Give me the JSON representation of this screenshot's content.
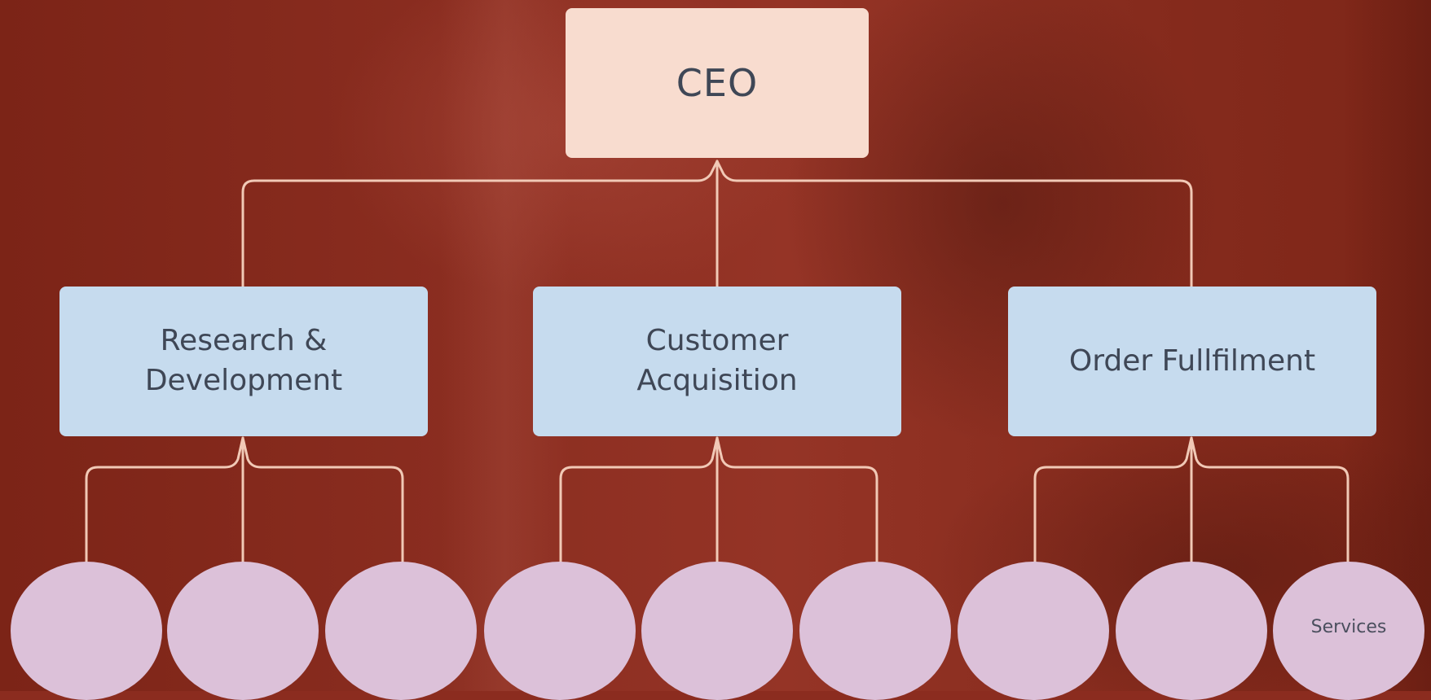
{
  "chart": {
    "root": {
      "label": "CEO"
    },
    "departments": [
      {
        "label": "Research &\nDevelopment"
      },
      {
        "label": "Customer\nAcquisition"
      },
      {
        "label": "Order Fullfilment"
      }
    ],
    "units": [
      {
        "label": ""
      },
      {
        "label": ""
      },
      {
        "label": ""
      },
      {
        "label": ""
      },
      {
        "label": ""
      },
      {
        "label": ""
      },
      {
        "label": ""
      },
      {
        "label": ""
      },
      {
        "label": "Services"
      }
    ]
  },
  "colors": {
    "background": "#8b2c1f",
    "root_box": "#f8dccf",
    "department_box": "#c6dbee",
    "unit_circle": "#dcc1d9",
    "connector": "#f1c9b6",
    "text": "#3f4756"
  }
}
